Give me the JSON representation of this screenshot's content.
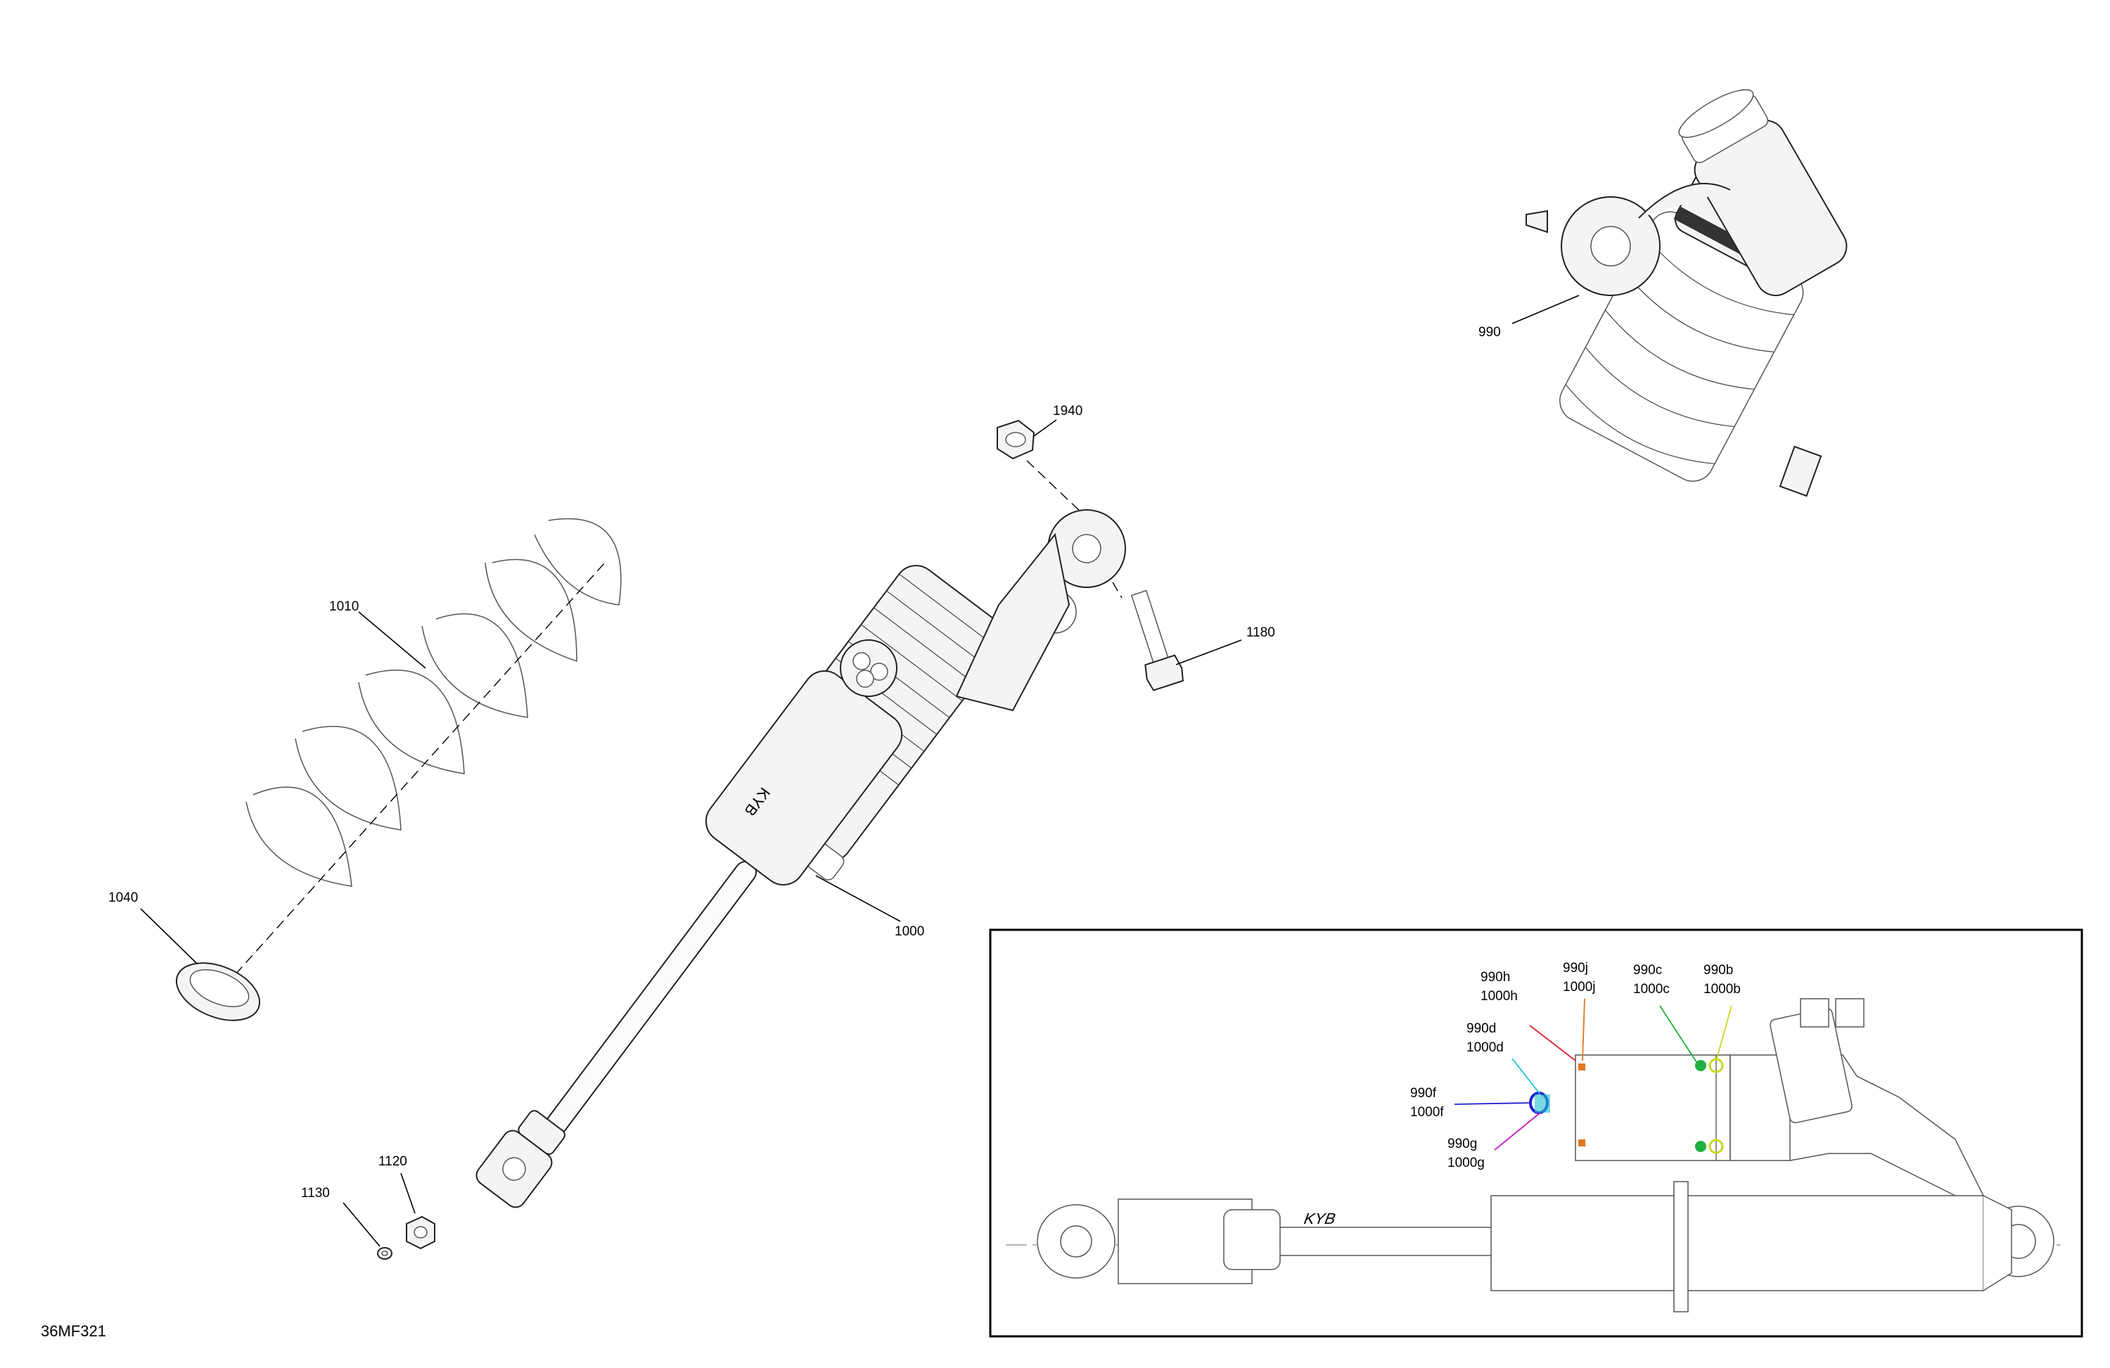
{
  "drawing_ref": "36MF321",
  "callouts": {
    "c990": "990",
    "c1940": "1940",
    "c1010": "1010",
    "c1180": "1180",
    "c1040": "1040",
    "c1000": "1000",
    "c1120": "1120",
    "c1130": "1130"
  },
  "detail_callouts": {
    "h": [
      "990h",
      "1000h"
    ],
    "j": [
      "990j",
      "1000j"
    ],
    "c": [
      "990c",
      "1000c"
    ],
    "b": [
      "990b",
      "1000b"
    ],
    "d": [
      "990d",
      "1000d"
    ],
    "f": [
      "990f",
      "1000f"
    ],
    "g": [
      "990g",
      "1000g"
    ]
  },
  "logo_text": "KYB",
  "colors": {
    "h": "#e0203a",
    "j": "#e07820",
    "c": "#20b040",
    "b": "#c8d820",
    "d": "#20c0d0",
    "f": "#2020d0",
    "g": "#c020c0"
  }
}
